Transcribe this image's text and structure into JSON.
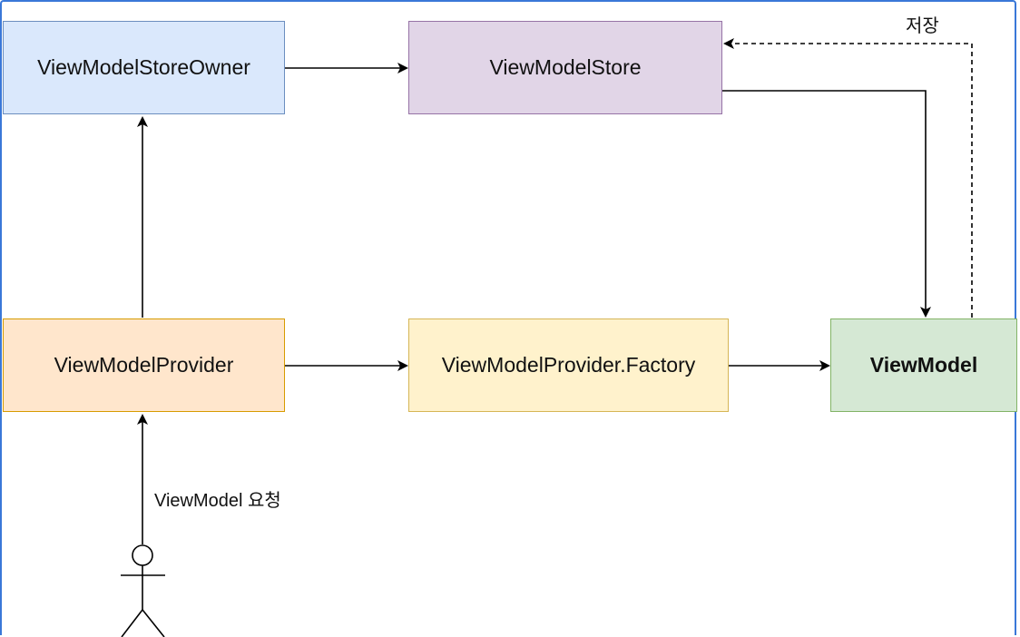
{
  "nodes": {
    "store_owner": {
      "label": "ViewModelStoreOwner",
      "fill": "#dae8fc",
      "stroke": "#6c8ebf"
    },
    "store": {
      "label": "ViewModelStore",
      "fill": "#e1d5e7",
      "stroke": "#9673a6"
    },
    "provider": {
      "label": "ViewModelProvider",
      "fill": "#ffe6cc",
      "stroke": "#d79b00"
    },
    "factory": {
      "label": "ViewModelProvider.Factory",
      "fill": "#fff2cc",
      "stroke": "#d6b656"
    },
    "viewmodel": {
      "label": "ViewModel",
      "fill": "#d5e8d4",
      "stroke": "#82b366"
    }
  },
  "edge_labels": {
    "save": "저장",
    "request": "ViewModel 요청"
  },
  "colors": {
    "frame": "#3a78d8",
    "edge": "#000000"
  }
}
